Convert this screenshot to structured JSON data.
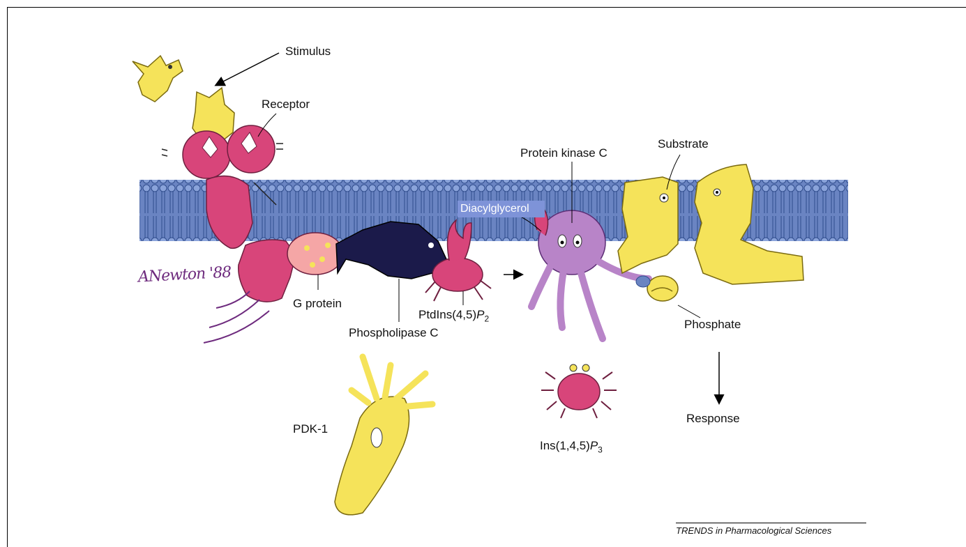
{
  "labels": {
    "stimulus": "Stimulus",
    "receptor": "Receptor",
    "protein_kinase_c": "Protein kinase C",
    "substrate": "Substrate",
    "diacylglycerol": "Diacylglycerol",
    "g_protein": "G protein",
    "phospholipase_c": "Phospholipase C",
    "ptdins_main": "PtdIns(4,5)",
    "ptdins_p": "P",
    "ptdins_sub": "2",
    "phosphate": "Phosphate",
    "response": "Response",
    "pdk1": "PDK-1",
    "ins_main": "Ins(1,4,5)",
    "ins_p": "P",
    "ins_sub": "3"
  },
  "signature": "ANewton '88",
  "footer": "TRENDS in Pharmacological Sciences",
  "colors": {
    "membrane": "#5a78b8",
    "membrane_dark": "#2f4c8c",
    "magenta": "#d8457a",
    "yellow": "#f5e35a",
    "purple": "#a06ab8",
    "navy": "#1b1a4a",
    "diacylglycerol_box": "#7e93d8"
  }
}
